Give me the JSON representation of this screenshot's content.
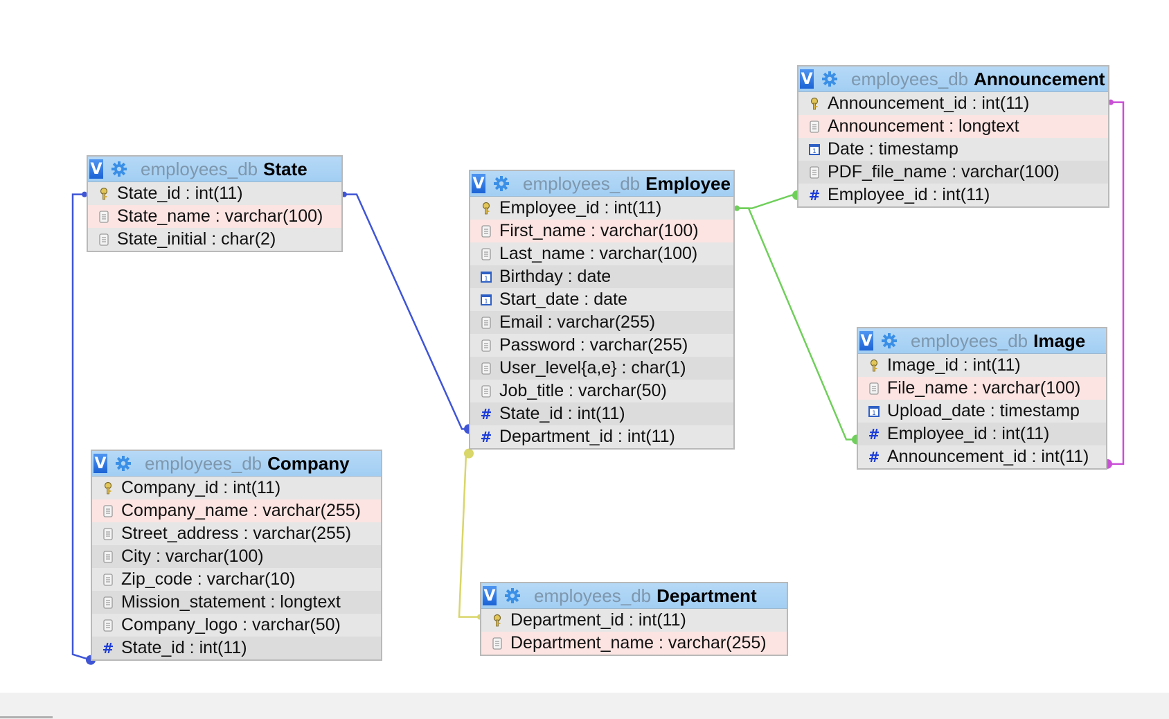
{
  "db_name": "employees_db",
  "toggle_label": "V",
  "tables": [
    {
      "key": "state",
      "name": "State",
      "columns": [
        {
          "text": "State_id : int(11)",
          "icon": "primary-key-icon"
        },
        {
          "text": "State_name : varchar(100)",
          "icon": "text-field-icon"
        },
        {
          "text": "State_initial : char(2)",
          "icon": "text-field-icon"
        }
      ]
    },
    {
      "key": "company",
      "name": "Company",
      "columns": [
        {
          "text": "Company_id : int(11)",
          "icon": "primary-key-icon"
        },
        {
          "text": "Company_name : varchar(255)",
          "icon": "text-field-icon"
        },
        {
          "text": "Street_address : varchar(255)",
          "icon": "text-field-icon"
        },
        {
          "text": "City : varchar(100)",
          "icon": "text-field-icon"
        },
        {
          "text": "Zip_code : varchar(10)",
          "icon": "text-field-icon"
        },
        {
          "text": "Mission_statement : longtext",
          "icon": "text-field-icon"
        },
        {
          "text": "Company_logo : varchar(50)",
          "icon": "text-field-icon"
        },
        {
          "text": "State_id : int(11)",
          "icon": "numeric-field-icon"
        }
      ]
    },
    {
      "key": "employee",
      "name": "Employee",
      "columns": [
        {
          "text": "Employee_id : int(11)",
          "icon": "primary-key-icon"
        },
        {
          "text": "First_name : varchar(100)",
          "icon": "text-field-icon"
        },
        {
          "text": "Last_name : varchar(100)",
          "icon": "text-field-icon"
        },
        {
          "text": "Birthday : date",
          "icon": "date-field-icon"
        },
        {
          "text": "Start_date : date",
          "icon": "date-field-icon"
        },
        {
          "text": "Email : varchar(255)",
          "icon": "text-field-icon"
        },
        {
          "text": "Password : varchar(255)",
          "icon": "text-field-icon"
        },
        {
          "text": "User_level{a,e} : char(1)",
          "icon": "text-field-icon"
        },
        {
          "text": "Job_title : varchar(50)",
          "icon": "text-field-icon"
        },
        {
          "text": "State_id : int(11)",
          "icon": "numeric-field-icon"
        },
        {
          "text": "Department_id : int(11)",
          "icon": "numeric-field-icon"
        }
      ]
    },
    {
      "key": "department",
      "name": "Department",
      "columns": [
        {
          "text": "Department_id : int(11)",
          "icon": "primary-key-icon"
        },
        {
          "text": "Department_name : varchar(255)",
          "icon": "text-field-icon"
        }
      ]
    },
    {
      "key": "announcement",
      "name": "Announcement",
      "columns": [
        {
          "text": "Announcement_id : int(11)",
          "icon": "primary-key-icon"
        },
        {
          "text": "Announcement : longtext",
          "icon": "text-field-icon"
        },
        {
          "text": "Date : timestamp",
          "icon": "date-field-icon"
        },
        {
          "text": "PDF_file_name : varchar(100)",
          "icon": "text-field-icon"
        },
        {
          "text": "Employee_id : int(11)",
          "icon": "numeric-field-icon"
        }
      ]
    },
    {
      "key": "image",
      "name": "Image",
      "columns": [
        {
          "text": "Image_id : int(11)",
          "icon": "primary-key-icon"
        },
        {
          "text": "File_name : varchar(100)",
          "icon": "text-field-icon"
        },
        {
          "text": "Upload_date : timestamp",
          "icon": "date-field-icon"
        },
        {
          "text": "Employee_id : int(11)",
          "icon": "numeric-field-icon"
        },
        {
          "text": "Announcement_id : int(11)",
          "icon": "numeric-field-icon"
        }
      ]
    }
  ],
  "relations": [
    {
      "from": "state.State_id",
      "to": "company.State_id",
      "color": "#3f55d6"
    },
    {
      "from": "state.State_id",
      "to": "employee.State_id",
      "color": "#3f55d6"
    },
    {
      "from": "department.Department_id",
      "to": "employee.Department_id",
      "color": "#d9d66a"
    },
    {
      "from": "employee.Employee_id",
      "to": "announcement.Employee_id",
      "color": "#6fcf5a"
    },
    {
      "from": "employee.Employee_id",
      "to": "image.Employee_id",
      "color": "#6fcf5a"
    },
    {
      "from": "announcement.Announcement_id",
      "to": "image.Announcement_id",
      "color": "#c94fd6"
    }
  ],
  "colors": {
    "header_top": "#b6d9f6",
    "header_bottom": "#a2cef3",
    "toggle": "#2a72e0",
    "row_highlight": "#fbe4e2",
    "foreign_key": "#1a3bd9"
  }
}
